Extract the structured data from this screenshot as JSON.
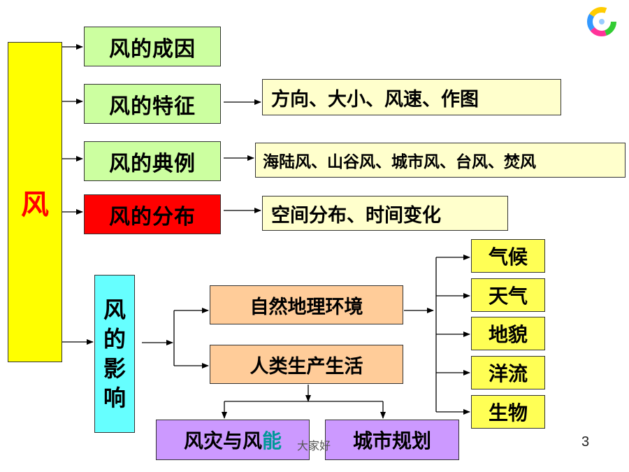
{
  "root": {
    "label": "风"
  },
  "branches": [
    {
      "label": "风的成因"
    },
    {
      "label": "风的特征",
      "detail": "方向、大小、风速、作图"
    },
    {
      "label": "风的典例",
      "detail": "海陆风、山谷风、城市风、台风、焚风"
    },
    {
      "label": "风的分布",
      "detail": "空间分布、时间变化"
    }
  ],
  "influence": {
    "chars": [
      "风",
      "的",
      "影",
      "响"
    ],
    "natural": "自然地理环境",
    "human": "人类生产生活",
    "natural_items": [
      "气候",
      "天气",
      "地貌",
      "洋流",
      "生物"
    ],
    "human_left_prefix": "风灾与风",
    "human_left_highlight": "能",
    "human_right": "城市规划"
  },
  "footer": {
    "text": "大家好",
    "page": "3"
  },
  "colors": {
    "green": "#ccffa0",
    "red": "#ff0000",
    "pale": "#ffffcc",
    "yellow": "#ffff00",
    "cyan": "#66ffff",
    "salmon": "#ffcc99",
    "violet": "#cc99ff",
    "highlight": "#009999"
  },
  "icons": {
    "logo": "colorful-ring-logo-icon"
  }
}
